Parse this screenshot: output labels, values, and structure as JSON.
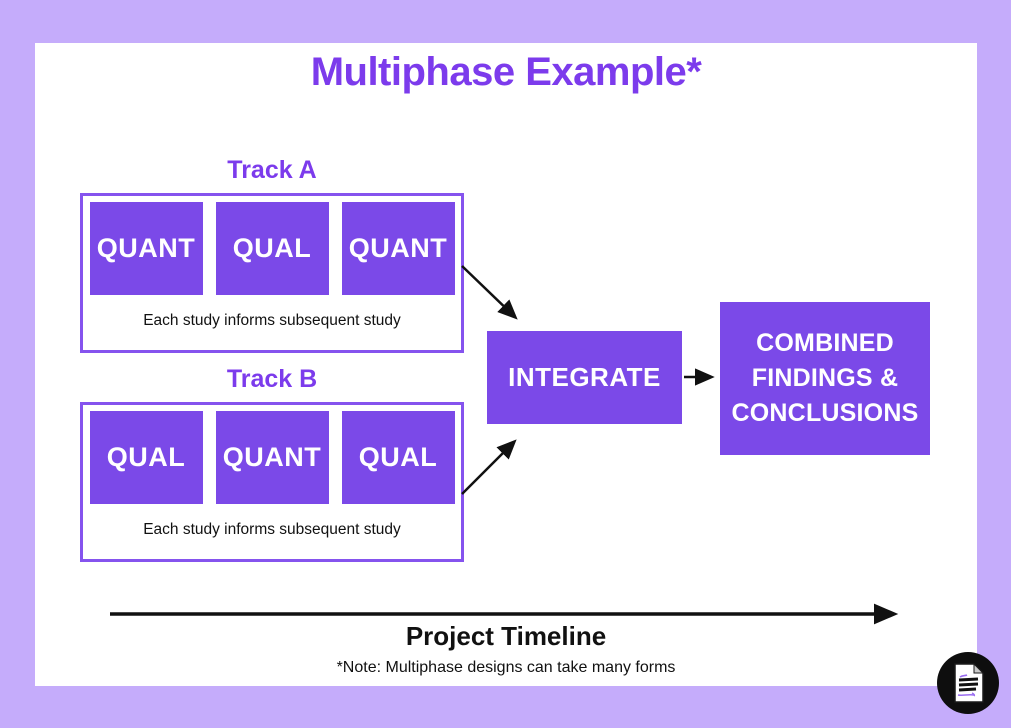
{
  "page": {
    "title": "Multiphase Example*"
  },
  "tracks": [
    {
      "label": "Track A",
      "boxes": [
        "QUANT",
        "QUAL",
        "QUANT"
      ],
      "caption": "Each study informs subsequent study"
    },
    {
      "label": "Track B",
      "boxes": [
        "QUAL",
        "QUANT",
        "QUAL"
      ],
      "caption": "Each study informs subsequent study"
    }
  ],
  "integrate": {
    "label": "INTEGRATE"
  },
  "outcome": {
    "lines": [
      "COMBINED",
      "FINDINGS &",
      "CONCLUSIONS"
    ]
  },
  "timeline": {
    "label": "Project Timeline",
    "note": "*Note: Multiphase designs can take many forms"
  },
  "icons": {
    "logo": "document-icon"
  },
  "colors": {
    "background": "#c5acfb",
    "card": "#ffffff",
    "accent_purple": "#7b49e8",
    "accent_purple_text": "#7c3bec",
    "accent_purple_border": "#8553ee",
    "arrow_black": "#111111"
  }
}
